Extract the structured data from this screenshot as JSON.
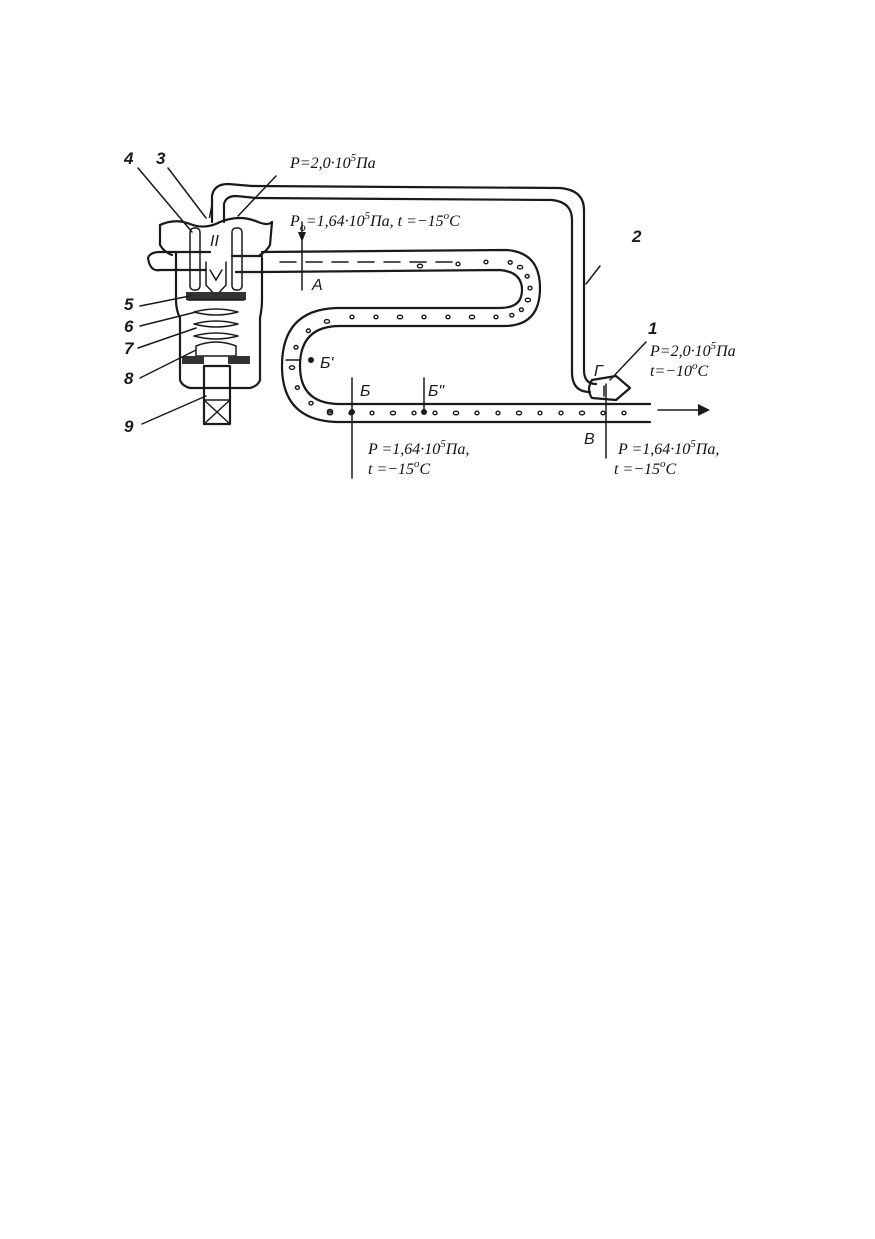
{
  "part_numbers": [
    "1",
    "2",
    "3",
    "4",
    "5",
    "6",
    "7",
    "8",
    "9"
  ],
  "letters": {
    "I": "I",
    "II": "II",
    "A": "А",
    "B": "Б",
    "B_prime": "Б'",
    "B_double": "Б\"",
    "V": "В",
    "G": "Г"
  },
  "annotations": {
    "top": {
      "base": "P=2,0·10",
      "exp": "5",
      "unit": "Па"
    },
    "outlet": {
      "p": "P",
      "sub": "о",
      "mid": "=1,64·10",
      "exp": "5",
      "rest": "Па, t =−15",
      "deg": "о",
      "unit": "С"
    },
    "bulb": {
      "line1_base": "P=2,0·10",
      "line1_exp": "5",
      "line1_unit": "Па",
      "line2_base": "t=−10",
      "line2_deg": "о",
      "line2_unit": "С"
    },
    "point_b": {
      "line1_base": "P =1,64·10",
      "line1_exp": "5",
      "line1_unit": "Па,",
      "line2_base": "t =−15",
      "line2_deg": "о",
      "line2_unit": "С"
    },
    "point_v": {
      "line1_base": "P =1,64·10",
      "line1_exp": "5",
      "line1_unit": "Па,",
      "line2_base": "t =−15",
      "line2_deg": "о",
      "line2_unit": "С"
    }
  }
}
